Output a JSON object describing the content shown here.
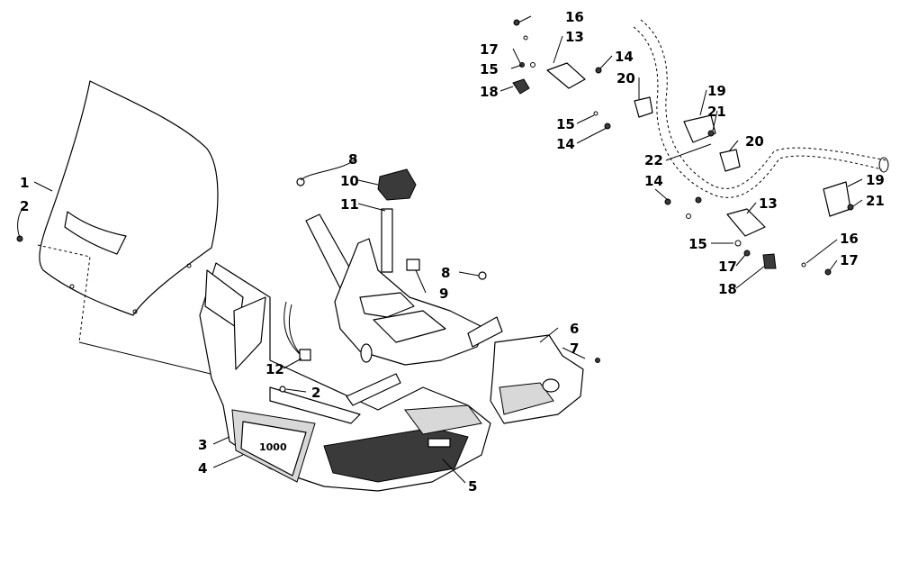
{
  "diagram": {
    "callouts": [
      {
        "id": "c1",
        "text": "1"
      },
      {
        "id": "c2a",
        "text": "2"
      },
      {
        "id": "c2b",
        "text": "2"
      },
      {
        "id": "c3",
        "text": "3"
      },
      {
        "id": "c4",
        "text": "4"
      },
      {
        "id": "c5",
        "text": "5"
      },
      {
        "id": "c6",
        "text": "6"
      },
      {
        "id": "c7",
        "text": "7"
      },
      {
        "id": "c8a",
        "text": "8"
      },
      {
        "id": "c8b",
        "text": "8"
      },
      {
        "id": "c9",
        "text": "9"
      },
      {
        "id": "c10",
        "text": "10"
      },
      {
        "id": "c11",
        "text": "11"
      },
      {
        "id": "c12",
        "text": "12"
      },
      {
        "id": "c13a",
        "text": "13"
      },
      {
        "id": "c13b",
        "text": "13"
      },
      {
        "id": "c14a",
        "text": "14"
      },
      {
        "id": "c14b",
        "text": "14"
      },
      {
        "id": "c14c",
        "text": "14"
      },
      {
        "id": "c15a",
        "text": "15"
      },
      {
        "id": "c15b",
        "text": "15"
      },
      {
        "id": "c15c",
        "text": "15"
      },
      {
        "id": "c16a",
        "text": "16"
      },
      {
        "id": "c16b",
        "text": "16"
      },
      {
        "id": "c17a",
        "text": "17"
      },
      {
        "id": "c17b",
        "text": "17"
      },
      {
        "id": "c17c",
        "text": "17"
      },
      {
        "id": "c18a",
        "text": "18"
      },
      {
        "id": "c18b",
        "text": "18"
      },
      {
        "id": "c19a",
        "text": "19"
      },
      {
        "id": "c19b",
        "text": "19"
      },
      {
        "id": "c20a",
        "text": "20"
      },
      {
        "id": "c20b",
        "text": "20"
      },
      {
        "id": "c21a",
        "text": "21"
      },
      {
        "id": "c21b",
        "text": "21"
      },
      {
        "id": "c22",
        "text": "22"
      }
    ],
    "badge_text": "1000"
  }
}
